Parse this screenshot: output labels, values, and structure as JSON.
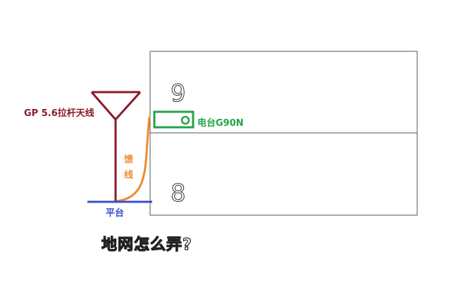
{
  "labels": {
    "antenna": "GP 5.6拉杆天线",
    "feed_line_chars": [
      "馈",
      "线"
    ],
    "platform": "平台",
    "radio": "电台G90N",
    "floor_upper": "9",
    "floor_lower": "8",
    "question": "地网怎么弄?"
  },
  "colors": {
    "antenna": "#8b1a2b",
    "feed_line": "#f08a2e",
    "radio": "#22a447",
    "platform": "#3a4fc8",
    "building": "#555555"
  }
}
